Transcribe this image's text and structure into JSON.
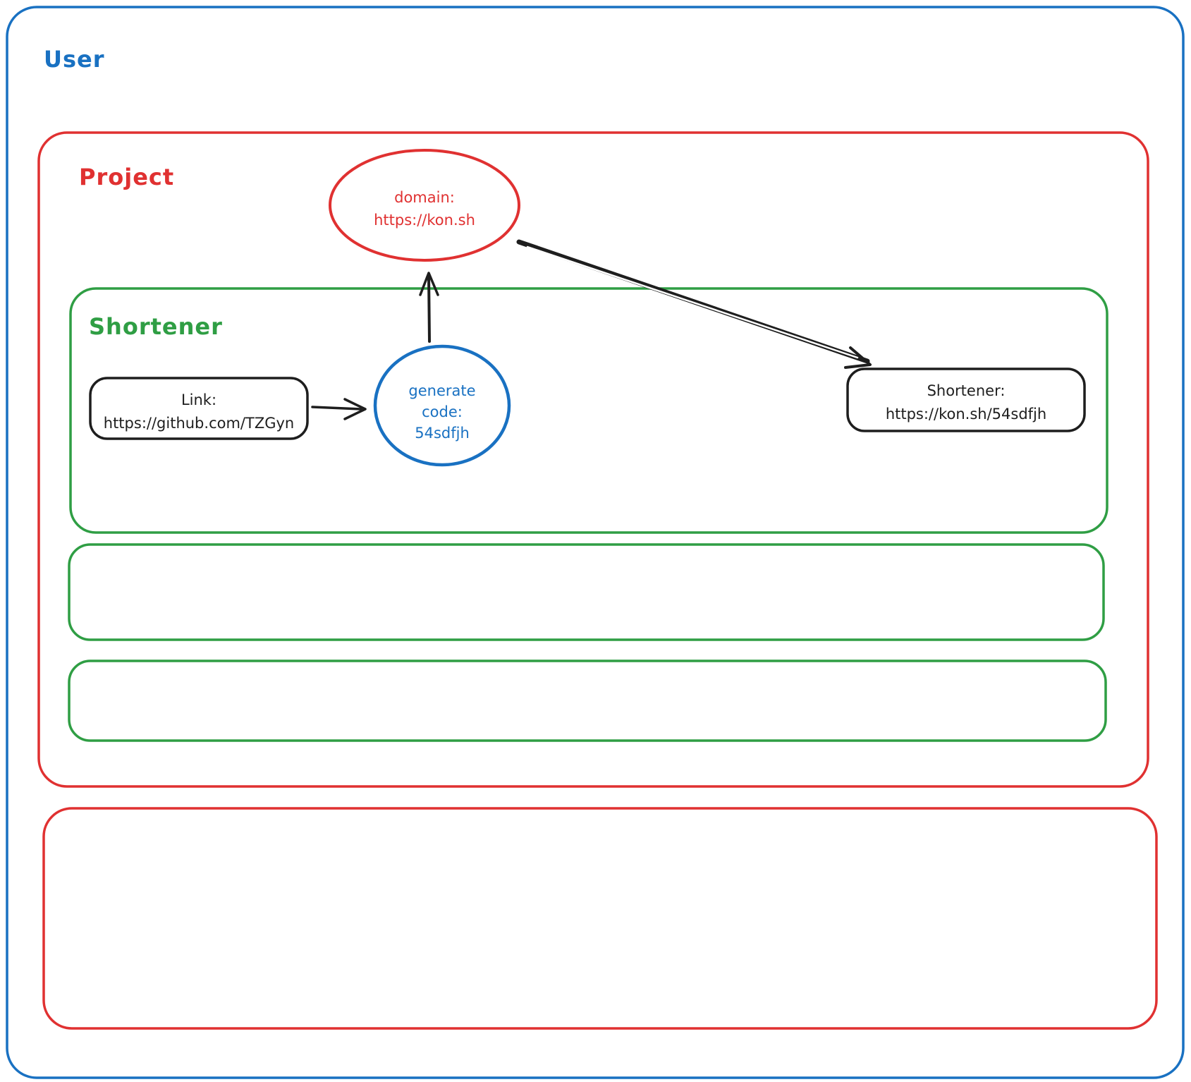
{
  "colors": {
    "blue": "#1971c2",
    "red": "#e03131",
    "green": "#2f9e44",
    "ink": "#1e1e1e",
    "background": "#ffffff"
  },
  "containers": {
    "user": {
      "label": "User"
    },
    "project": {
      "label": "Project"
    },
    "shortener": {
      "label": "Shortener"
    }
  },
  "nodes": {
    "domain": {
      "line1": "domain:",
      "line2": "https://kon.sh"
    },
    "link": {
      "line1": "Link:",
      "line2": "https://github.com/TZGyn"
    },
    "generate_code": {
      "line1": "generate",
      "line2": "code:",
      "line3": "54sdfjh"
    },
    "shortener_result": {
      "line1": "Shortener:",
      "line2": "https://kon.sh/54sdfjh"
    }
  }
}
